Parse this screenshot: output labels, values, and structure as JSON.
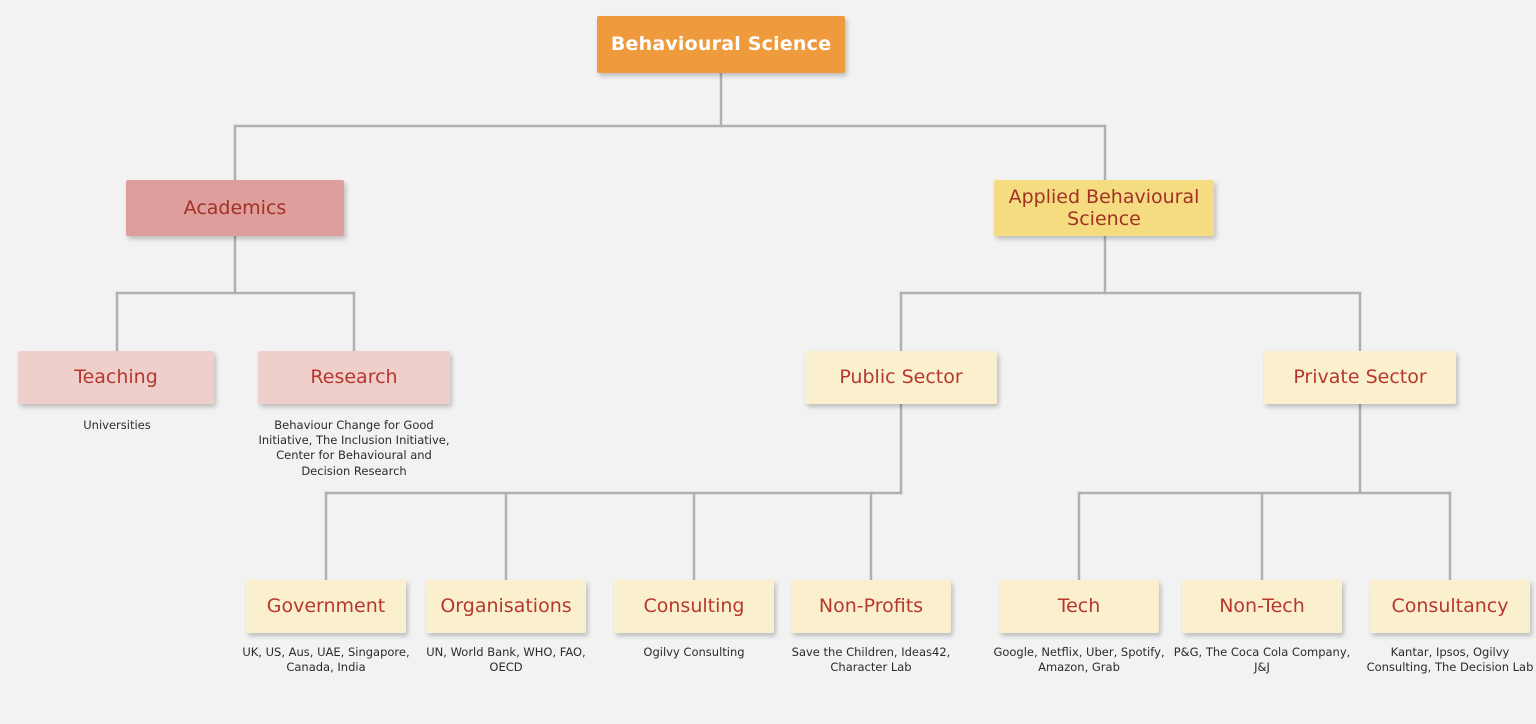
{
  "diagram": {
    "title": "Behavioural Science taxonomy tree",
    "background_color": "#f2f2f2",
    "connector_color": "#b0b0b0",
    "nodes": {
      "root": {
        "label": "Behavioural Science",
        "fill": "#ef9a3d",
        "text_color": "#ffffff"
      },
      "academics": {
        "label": "Academics",
        "fill": "#de9e9c",
        "text_color": "#a23127"
      },
      "applied": {
        "label": "Applied Behavioural Science",
        "fill": "#f6dc80",
        "text_color": "#a23127"
      },
      "teaching": {
        "label": "Teaching",
        "caption": "Universities",
        "fill": "#efcfcc",
        "text_color": "#b7372c"
      },
      "research": {
        "label": "Research",
        "caption": "Behaviour Change for Good Initiative, The Inclusion Initiative, Center for Behavioural and Decision Research",
        "fill": "#efcfcc",
        "text_color": "#b7372c"
      },
      "public_sector": {
        "label": "Public Sector",
        "fill": "#fbf0ce",
        "text_color": "#b7372c"
      },
      "private_sector": {
        "label": "Private Sector",
        "fill": "#fbf0ce",
        "text_color": "#b7372c"
      },
      "government": {
        "label": "Government",
        "caption": "UK, US, Aus, UAE, Singapore, Canada, India",
        "fill": "#fbf0ce",
        "text_color": "#b7372c"
      },
      "organisations": {
        "label": "Organisations",
        "caption": "UN, World Bank, WHO, FAO, OECD",
        "fill": "#fbf0ce",
        "text_color": "#b7372c"
      },
      "consulting": {
        "label": "Consulting",
        "caption": "Ogilvy Consulting",
        "fill": "#fbf0ce",
        "text_color": "#b7372c"
      },
      "nonprofits": {
        "label": "Non-Profits",
        "caption": "Save the Children, Ideas42, Character Lab",
        "fill": "#fbf0ce",
        "text_color": "#b7372c"
      },
      "tech": {
        "label": "Tech",
        "caption": "Google, Netflix, Uber, Spotify, Amazon, Grab",
        "fill": "#fbf0ce",
        "text_color": "#b7372c"
      },
      "nontech": {
        "label": "Non-Tech",
        "caption": "P&G, The Coca Cola Company, J&J",
        "fill": "#fbf0ce",
        "text_color": "#b7372c"
      },
      "consultancy": {
        "label": "Consultancy",
        "caption": "Kantar, Ipsos, Ogilvy Consulting, The Decision Lab",
        "fill": "#fbf0ce",
        "text_color": "#b7372c"
      }
    }
  }
}
